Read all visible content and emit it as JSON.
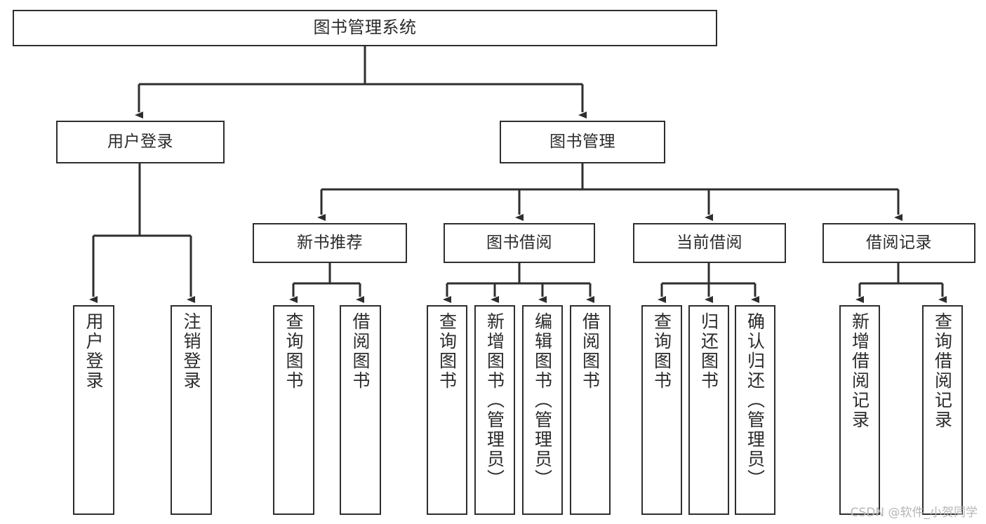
{
  "diagram": {
    "title": "图书管理系统",
    "type": "tree",
    "watermark": "CSDN @软件_小贺同学",
    "colors": {
      "stroke": "#2e2e2e",
      "fill": "#ffffff",
      "text": "#2b2b2b",
      "watermark": "#b6b6b6"
    },
    "nodes": {
      "root": {
        "label": "图书管理系统"
      },
      "level2": [
        {
          "label": "用户登录"
        },
        {
          "label": "图书管理"
        }
      ],
      "level3": [
        {
          "label": "新书推荐"
        },
        {
          "label": "图书借阅"
        },
        {
          "label": "当前借阅"
        },
        {
          "label": "借阅记录"
        }
      ],
      "leaves": {
        "user_login": [
          {
            "label": "用户登录"
          },
          {
            "label": "注销登录"
          }
        ],
        "new_book": [
          {
            "label": "查询图书"
          },
          {
            "label": "借阅图书"
          }
        ],
        "book_borrow": [
          {
            "label": "查询图书"
          },
          {
            "label": "新增图书（管理员）"
          },
          {
            "label": "编辑图书（管理员）"
          },
          {
            "label": "借阅图书"
          }
        ],
        "current_borrow": [
          {
            "label": "查询图书"
          },
          {
            "label": "归还图书"
          },
          {
            "label": "确认归还（管理员）"
          }
        ],
        "borrow_record": [
          {
            "label": "新增借阅记录"
          },
          {
            "label": "查询借阅记录"
          }
        ]
      }
    }
  }
}
